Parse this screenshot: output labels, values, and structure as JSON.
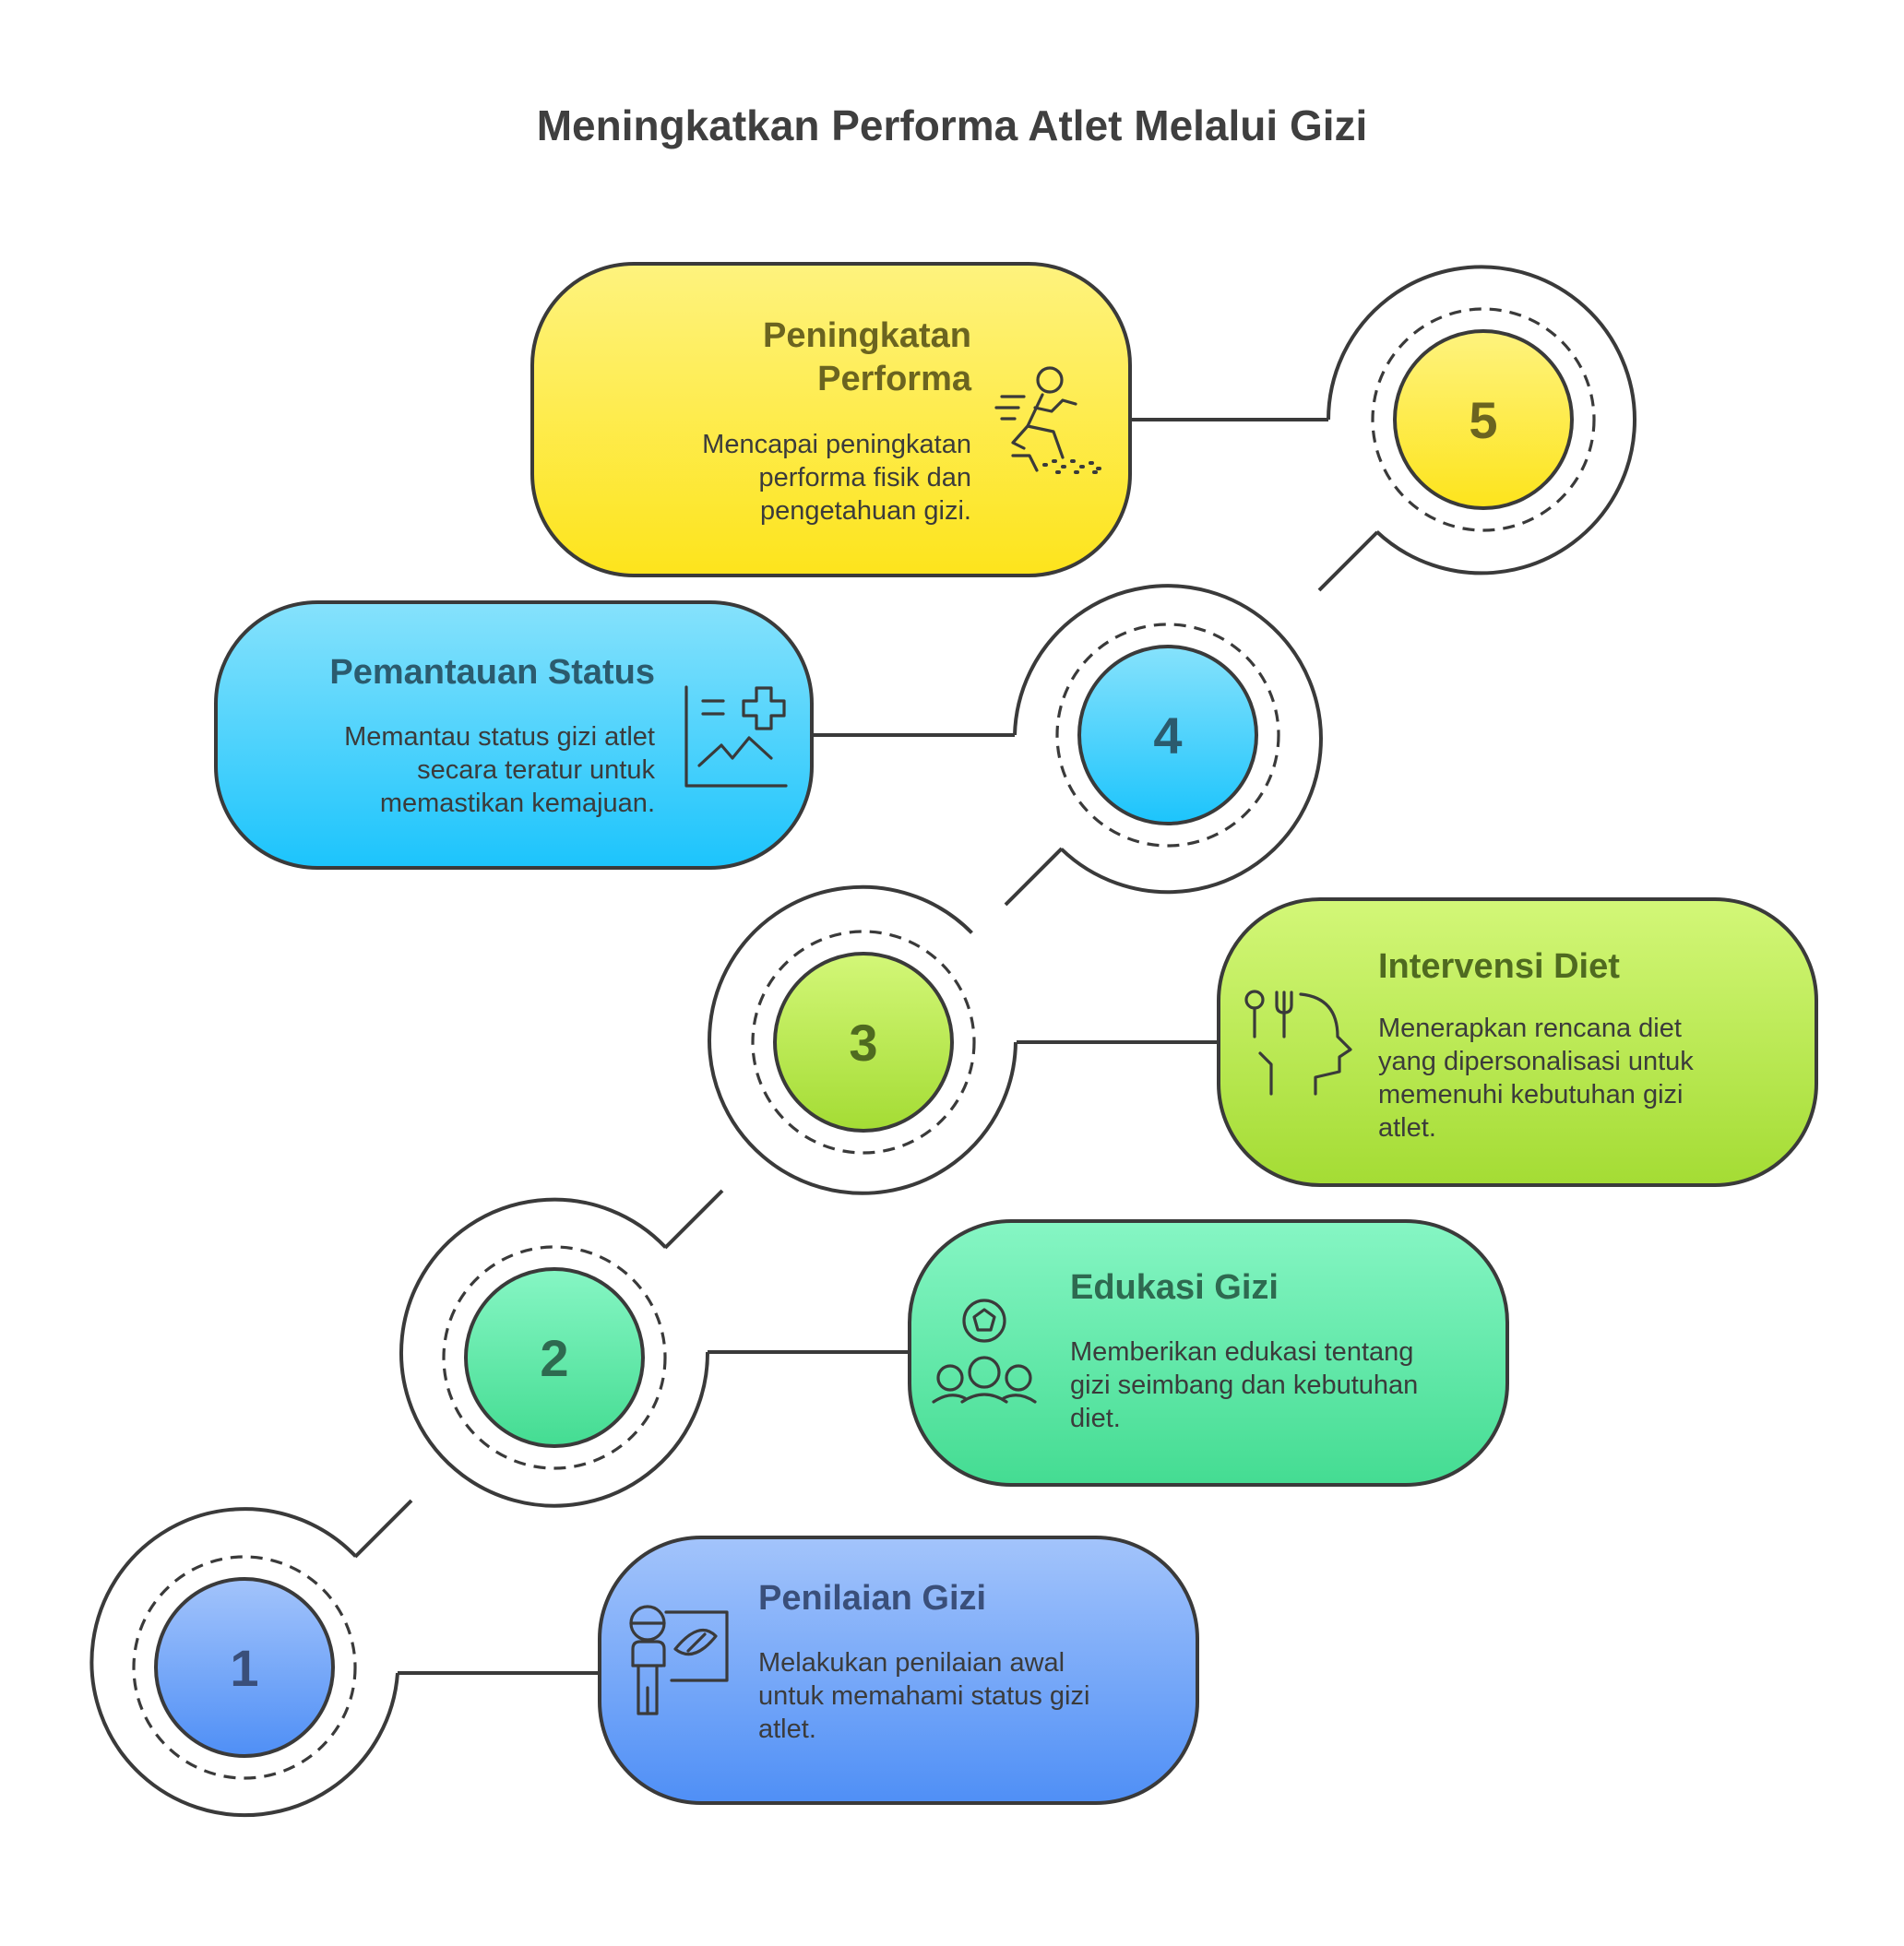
{
  "title": "Meningkatkan Performa Atlet Melalui Gizi",
  "steps": [
    {
      "number": "1",
      "title": [
        "Penilaian Gizi"
      ],
      "description": [
        "Melakukan penilaian awal",
        "untuk memahami status gizi",
        "atlet."
      ],
      "icon": "teacher-presentation-icon",
      "color_top": "#a3c4fb",
      "color_bottom": "#4f8ff6",
      "title_color": "#3a4f7a",
      "number_color": "#3a4f7a"
    },
    {
      "number": "2",
      "title": [
        "Edukasi Gizi"
      ],
      "description": [
        "Memberikan edukasi tentang",
        "gizi seimbang dan kebutuhan",
        "diet."
      ],
      "icon": "group-education-icon",
      "color_top": "#86f6c4",
      "color_bottom": "#44dc92",
      "title_color": "#2e6a50",
      "number_color": "#2e6a50"
    },
    {
      "number": "3",
      "title": [
        "Intervensi Diet"
      ],
      "description": [
        "Menerapkan rencana diet",
        "yang dipersonalisasi untuk",
        "memenuhi kebutuhan gizi",
        "atlet."
      ],
      "icon": "diet-head-utensils-icon",
      "color_top": "#d3f778",
      "color_bottom": "#a4dc34",
      "title_color": "#4f6a20",
      "number_color": "#4f6a20"
    },
    {
      "number": "4",
      "title": [
        "Pemantauan Status"
      ],
      "description": [
        "Memantau status gizi atlet",
        "secara teratur untuk",
        "memastikan kemajuan."
      ],
      "icon": "health-chart-icon",
      "color_top": "#86e2fc",
      "color_bottom": "#1cc4fc",
      "title_color": "#2b5b6e",
      "number_color": "#2b5b6e"
    },
    {
      "number": "5",
      "title": [
        "Peningkatan",
        "Performa"
      ],
      "description": [
        "Mencapai peningkatan",
        "performa fisik dan",
        "pengetahuan gizi."
      ],
      "icon": "running-athlete-icon",
      "color_top": "#fef37e",
      "color_bottom": "#fde41c",
      "title_color": "#6b6420",
      "number_color": "#6b6420"
    }
  ]
}
